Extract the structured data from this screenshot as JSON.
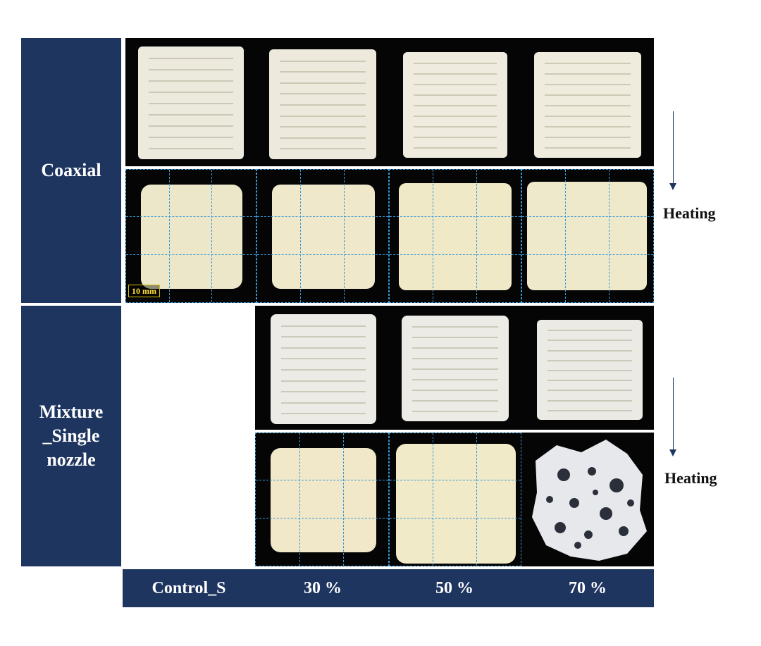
{
  "colors": {
    "navy": "#1e3560",
    "grid": "#3a9ad6",
    "sample": "#ede9d8",
    "sample_heated": "#efe6c3"
  },
  "rows": {
    "coaxial": "Coaxial",
    "mixture_line1": "Mixture",
    "mixture_line2": "_Single",
    "mixture_line3": "nozzle"
  },
  "side_labels": {
    "heating_top": "Heating",
    "heating_bottom": "Heating"
  },
  "scale_bar": "10 mm",
  "columns": [
    "Control_S",
    "30 %",
    "50 %",
    "70 %"
  ]
}
